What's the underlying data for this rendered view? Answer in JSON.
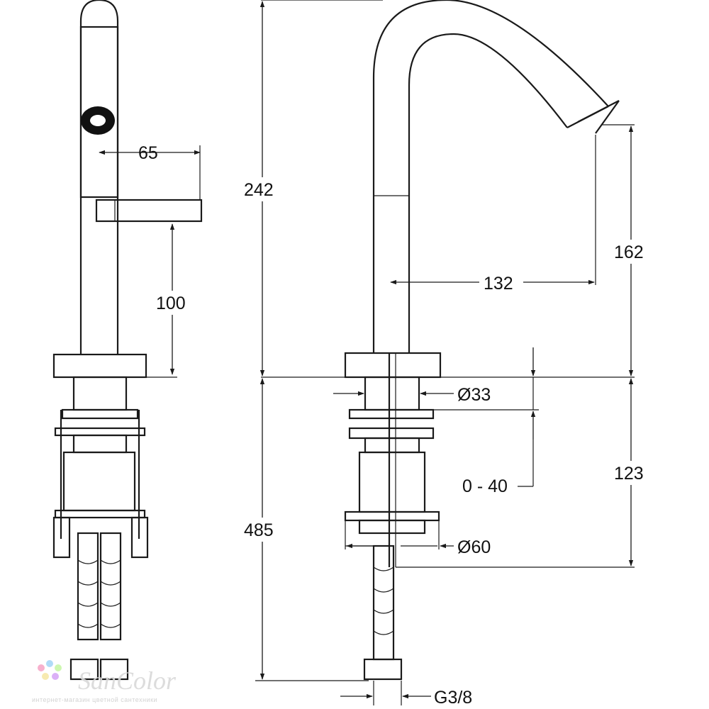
{
  "dimensions": {
    "handle_reach": "65",
    "lever_height": "100",
    "spout_height": "242",
    "outlet_height": "162",
    "spout_reach": "132",
    "shank_diameter": "Ø33",
    "deck_thickness": "0 - 40",
    "under_deck_to_outlet": "123",
    "washer_diameter": "Ø60",
    "total_length": "485",
    "connection_thread": "G3/8"
  },
  "watermark": {
    "brand": "SanColor",
    "tagline": "интернет-магазин цветной сантехники",
    "colors": [
      "#f7a8c8",
      "#a8d8f7",
      "#c8f7a8",
      "#f7e8a8",
      "#d8a8f7"
    ]
  }
}
